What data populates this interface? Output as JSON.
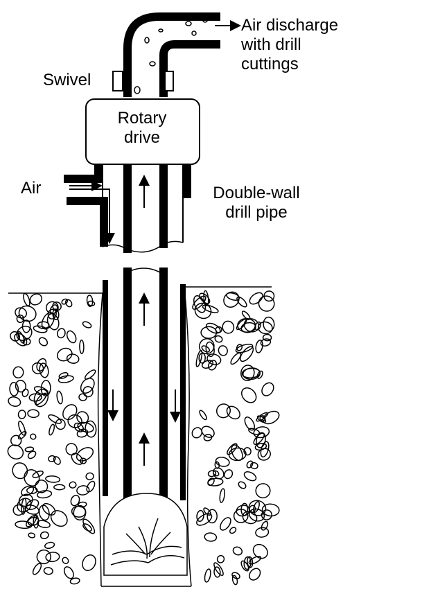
{
  "labels": {
    "air_discharge": "Air discharge\nwith drill\ncuttings",
    "swivel": "Swivel",
    "rotary_drive": "Rotary\ndrive",
    "air": "Air",
    "double_wall": "Double-wall\ndrill pipe"
  },
  "colors": {
    "ink": "#000000",
    "background": "#ffffff"
  }
}
